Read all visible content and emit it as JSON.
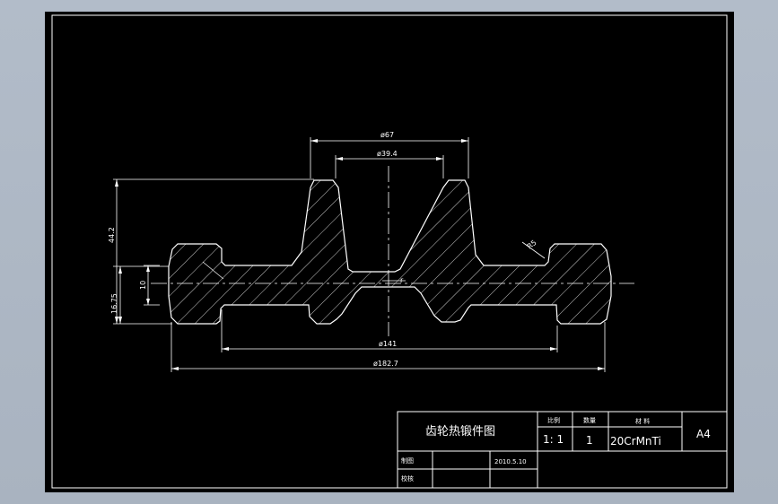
{
  "title_block": {
    "drawing_title": "齿轮热锻件图",
    "scale_header": "比例",
    "quantity_header": "数量",
    "material_header": "材 料",
    "scale_value": "1: 1",
    "quantity_value": "1",
    "material_value": "20CrMnTi",
    "sheet_size": "A4",
    "drawn_by_label": "制图",
    "checked_by_label": "校核",
    "date": "2010.5.10"
  },
  "dimensions": {
    "outer_top_diameter": "ø67",
    "inner_top_diameter": "ø39.4",
    "bottom_diameter_141": "ø141",
    "bottom_diameter_182": "ø182.7",
    "total_height": "44.2",
    "base_height": "16.75",
    "web_thickness": "10",
    "fillet_radius": "R5",
    "inner_radius": "r"
  },
  "colors": {
    "drawing_background": "#000000",
    "line_color": "#ffffff",
    "window_background": "#b2bcc9"
  }
}
